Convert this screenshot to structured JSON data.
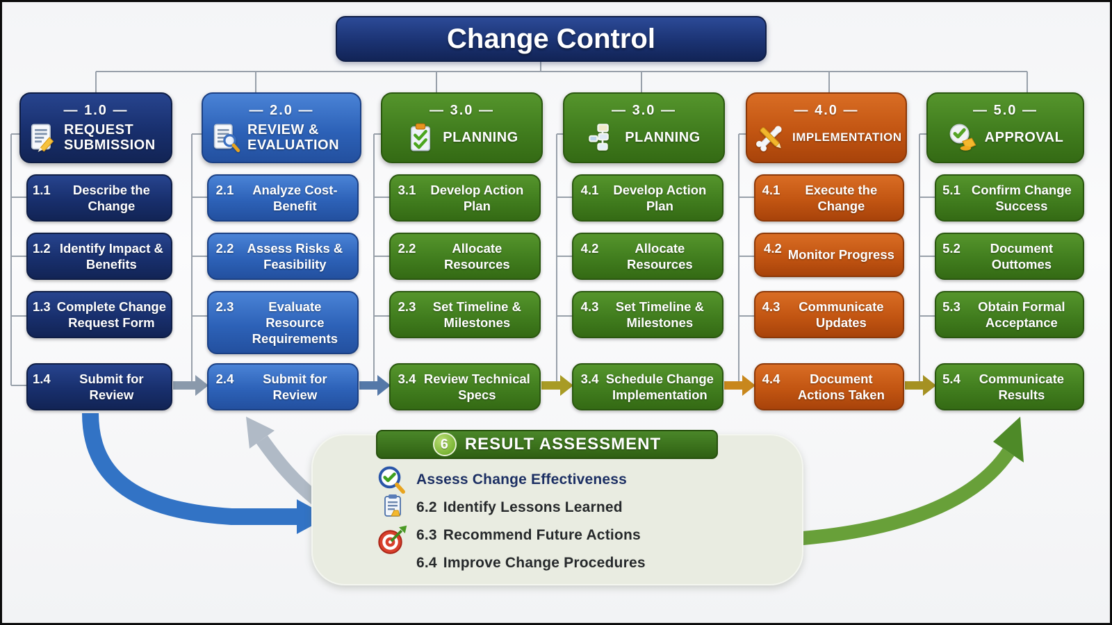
{
  "title": "Change Control",
  "columns": [
    {
      "code": "— 1.0 —",
      "label": "REQUEST SUBMISSION",
      "icon": "document-pencil-icon",
      "theme": "navy",
      "items": [
        {
          "num": "1.1",
          "text": "Describe the Change"
        },
        {
          "num": "1.2",
          "text": "Identify Impact & Benefits"
        },
        {
          "num": "1.3",
          "text": "Complete Change Request Form"
        },
        {
          "num": "1.4",
          "text": "Submit for Review"
        }
      ]
    },
    {
      "code": "— 2.0 —",
      "label": "REVIEW & EVALUATION",
      "icon": "document-magnifier-icon",
      "theme": "blue",
      "items": [
        {
          "num": "2.1",
          "text": "Analyze Cost-Benefit"
        },
        {
          "num": "2.2",
          "text": "Assess Risks & Feasibility"
        },
        {
          "num": "2.3",
          "text": "Evaluate Resource Requirements"
        },
        {
          "num": "2.4",
          "text": "Submit for Review"
        }
      ]
    },
    {
      "code": "— 3.0 —",
      "label": "PLANNING",
      "icon": "clipboard-check-icon",
      "theme": "green",
      "items": [
        {
          "num": "3.1",
          "text": "Develop Action Plan"
        },
        {
          "num": "2.2",
          "text": "Allocate Resources"
        },
        {
          "num": "2.3",
          "text": "Set Timeline & Milestones"
        },
        {
          "num": "3.4",
          "text": "Review Technical Specs"
        }
      ]
    },
    {
      "code": "— 3.0 —",
      "label": "PLANNING",
      "icon": "flowchart-icon",
      "theme": "green",
      "items": [
        {
          "num": "4.1",
          "text": "Develop Action Plan"
        },
        {
          "num": "4.2",
          "text": "Allocate Resources"
        },
        {
          "num": "4.3",
          "text": "Set Timeline & Milestones"
        },
        {
          "num": "3.4",
          "text": "Schedule Change Implementation"
        }
      ]
    },
    {
      "code": "— 4.0 —",
      "label": "IMPLEMENTATION",
      "icon": "tools-icon",
      "theme": "orange",
      "items": [
        {
          "num": "4.1",
          "text": "Execute the Change"
        },
        {
          "num": "4.2",
          "text": "Monitor Progress"
        },
        {
          "num": "4.3",
          "text": "Communicate Updates"
        },
        {
          "num": "4.4",
          "text": "Document Actions Taken"
        }
      ]
    },
    {
      "code": "— 5.0 —",
      "label": "APPROVAL",
      "icon": "approval-stamp-icon",
      "theme": "green",
      "items": [
        {
          "num": "5.1",
          "text": "Confirm Change Success"
        },
        {
          "num": "5.2",
          "text": "Document Outtomes"
        },
        {
          "num": "5.3",
          "text": "Obtain Formal Acceptance"
        },
        {
          "num": "5.4",
          "text": "Communicate Results"
        }
      ]
    }
  ],
  "assessment": {
    "badge": "6",
    "label": "RESULT ASSESSMENT",
    "items": [
      {
        "num": "",
        "text": "Assess Change Effectiveness"
      },
      {
        "num": "6.2",
        "text": "Identify Lessons Learned"
      },
      {
        "num": "6.3",
        "text": "Recommend Future Actions"
      },
      {
        "num": "6.4",
        "text": "Improve Change Procedures"
      }
    ]
  },
  "colors": {
    "navy": "#182f6d",
    "blue": "#2d62b8",
    "green": "#417d1e",
    "orange": "#c25512",
    "panel_bg": "#e9ece1",
    "arrow_blue": "#3273c5",
    "arrow_gray": "#b0bac6",
    "arrow_green": "#68a039",
    "arrow_olive": "#a89b25",
    "arrow_gold": "#c8871c",
    "arrow_slate": "#8a99ab",
    "connector_line": "#98a0aa"
  }
}
